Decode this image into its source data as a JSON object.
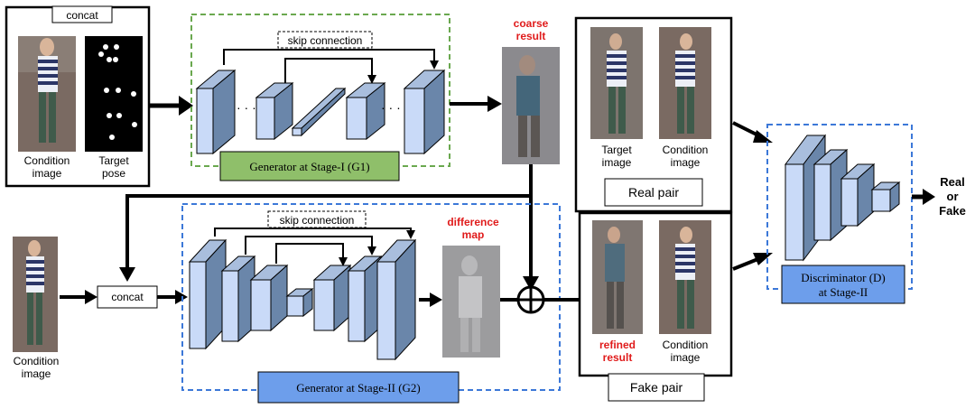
{
  "stage1": {
    "concat_label": "concat",
    "condition_label_1": "Condition",
    "condition_label_2": "image",
    "pose_label_1": "Target",
    "pose_label_2": "pose",
    "skip_label": "skip connection",
    "ellipsis": "· · ·",
    "generator_label": "Generator at Stage-I (G1)",
    "coarse_label_1": "coarse",
    "coarse_label_2": "result"
  },
  "stage2": {
    "condition_label_1": "Condition",
    "condition_label_2": "image",
    "concat_label": "concat",
    "skip_label": "skip connection",
    "difference_label_1": "difference",
    "difference_label_2": "map",
    "generator_label": "Generator at Stage-II (G2)"
  },
  "real_pair": {
    "target_label_1": "Target",
    "target_label_2": "image",
    "condition_label_1": "Condition",
    "condition_label_2": "image",
    "title": "Real pair"
  },
  "fake_pair": {
    "refined_label_1": "refined",
    "refined_label_2": "result",
    "condition_label_1": "Condition",
    "condition_label_2": "image",
    "title": "Fake pair"
  },
  "discriminator": {
    "label_1": "Discriminator (D)",
    "label_2": "at Stage-II"
  },
  "output": {
    "line_1": "Real",
    "line_2": "or",
    "line_3": "Fake"
  },
  "colors": {
    "green_dash": "#6aa84f",
    "blue_dash": "#3c78d8",
    "generator1_fill": "#8fbf6a",
    "generator2_fill": "#6d9eeb",
    "discriminator_fill": "#6d9eeb",
    "block_fill": "#c9daf8",
    "accent_red": "#e01b1b"
  }
}
